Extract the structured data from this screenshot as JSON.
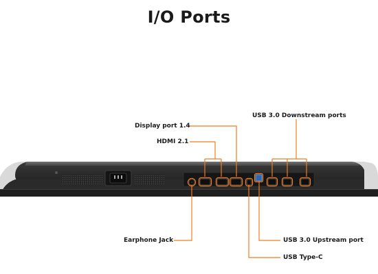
{
  "title": "I/O Ports",
  "accent_color": "#f07c1f",
  "callouts": {
    "usb_downstream": "USB 3.0 Downstream ports",
    "displayport": "Display port 1.4",
    "hdmi": "HDMI 2.1",
    "earphone": "Earphone Jack",
    "usb_upstream": "USB 3.0 Upstream port",
    "usb_typec": "USB Type-C"
  }
}
